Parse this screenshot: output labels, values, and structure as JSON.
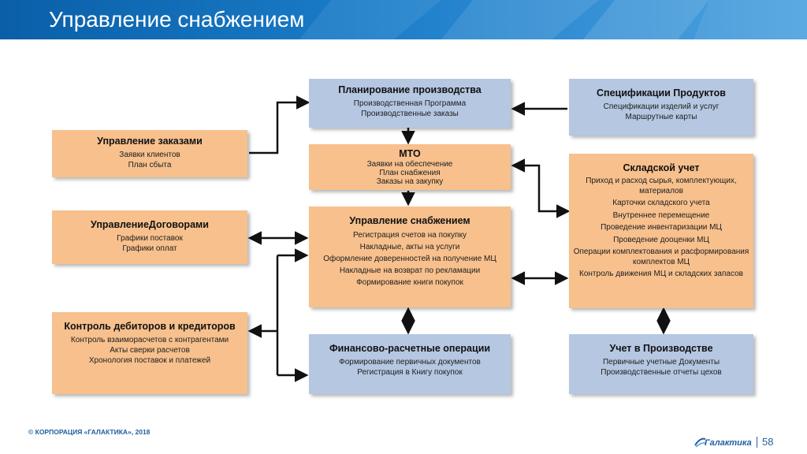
{
  "title": "Управление снабжением",
  "boxes": {
    "orders": {
      "title": "Управление заказами",
      "items": [
        "Заявки клиентов",
        "План сбыта"
      ]
    },
    "contracts": {
      "title": "УправлениеДоговорами",
      "items": [
        "Графики поставок",
        "Графики оплат"
      ]
    },
    "debtors": {
      "title": "Контроль дебиторов и кредиторов",
      "items": [
        "Контроль взаиморасчетов с контрагентами",
        "Акты сверки расчетов",
        "Хронология поставок и платежей"
      ]
    },
    "planning": {
      "title": "Планирование производства",
      "items": [
        "Производственная Программа",
        "Производственные заказы"
      ]
    },
    "mto": {
      "title": "МТО",
      "items": [
        "Заявки на обеспечение",
        "План снабжения",
        "Заказы на закупку"
      ]
    },
    "supply": {
      "title": "Управление снабжением",
      "items": [
        "Регистрация счетов на покупку",
        "Накладные, акты на услуги",
        "Оформление доверенностей на получение МЦ",
        "Накладные на возврат по рекламации",
        "Формирование книги покупок"
      ]
    },
    "finance": {
      "title": "Финансово-расчетные операции",
      "items": [
        "Формирование первичных документов",
        "Регистрация в Книгу покупок"
      ]
    },
    "specs": {
      "title": "Спецификации Продуктов",
      "items": [
        "Спецификации изделий и услуг",
        "Маршрутные карты"
      ]
    },
    "warehouse": {
      "title": "Складской учет",
      "items": [
        "Приход и расход сырья, комплектующих, материалов",
        "Карточки складского учета",
        "Внутреннее перемещение",
        "Проведение инвентаризации МЦ",
        "Проведение дооценки МЦ",
        "Операции комплектования и расформирования комплектов МЦ",
        "Контроль движения МЦ и складских запасов"
      ]
    },
    "production": {
      "title": "Учет в Производстве",
      "items": [
        "Первичные учетные Документы",
        "Производственные отчеты цехов"
      ]
    }
  },
  "footer": {
    "copyright": "© КОРПОРАЦИЯ «ГАЛАКТИКА», 2018",
    "logo": "Галактика",
    "page": "58"
  },
  "colors": {
    "header": "#1a6fb8",
    "orange_box": "#f7c08d",
    "blue_box": "#b5c7e1",
    "connector": "#111111"
  }
}
